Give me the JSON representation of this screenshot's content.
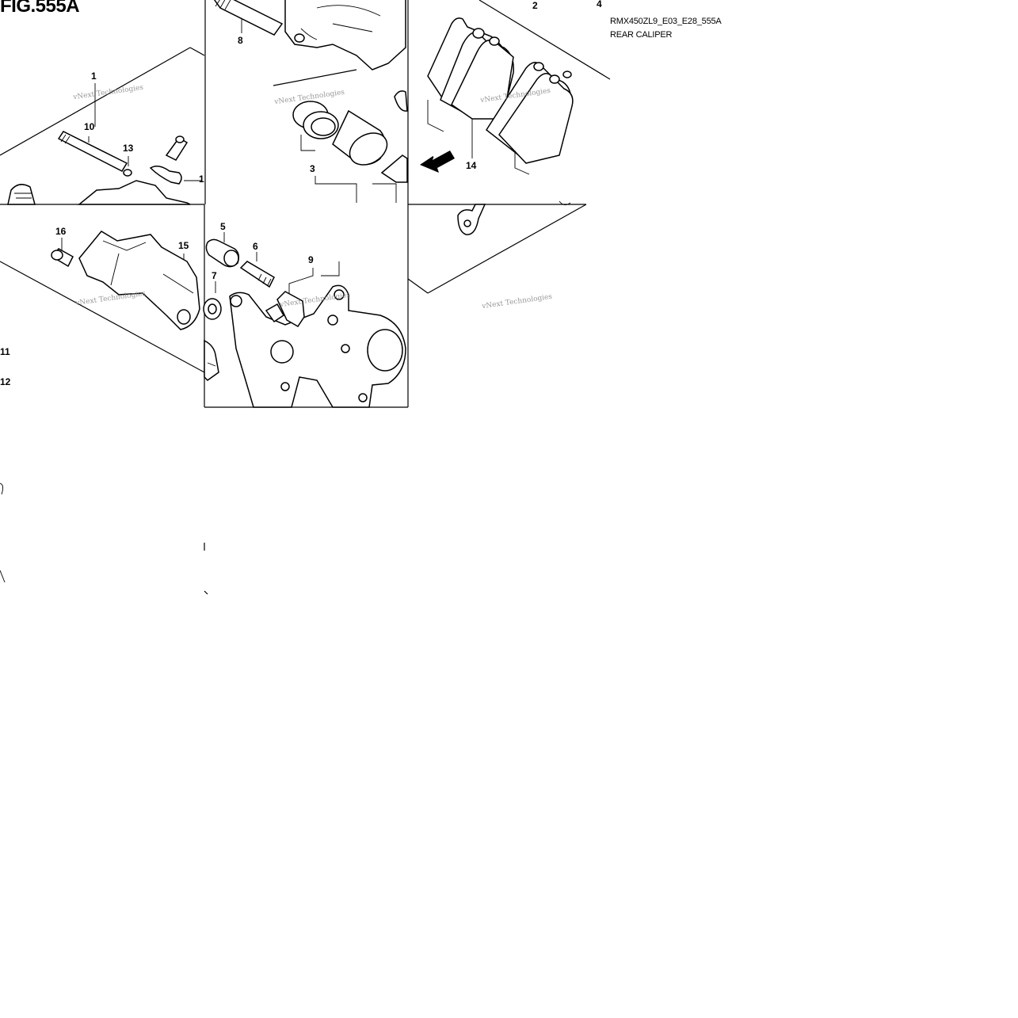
{
  "figure": {
    "title": "FIG.555A",
    "code": "RMX450ZL9_E03_E28_555A",
    "subtitle": "REAR CALIPER"
  },
  "callouts": [
    "1",
    "10",
    "13",
    "1",
    "8",
    "3",
    "2",
    "4",
    "14",
    "16",
    "15",
    "5",
    "6",
    "7",
    "9",
    "11",
    "12"
  ],
  "watermark": "vNext Technologies",
  "badge": "FWD"
}
